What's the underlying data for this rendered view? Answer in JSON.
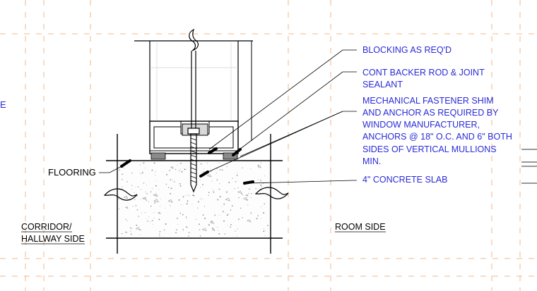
{
  "detail": {
    "edge_letter": "E",
    "callouts": {
      "blocking": [
        "BLOCKING AS REQ'D"
      ],
      "backer_rod": [
        "CONT BACKER ROD & JOINT",
        "SEALANT"
      ],
      "fastener": [
        "MECHANICAL FASTENER SHIM",
        "AND ANCHOR AS REQUIRED BY",
        "WINDOW  MANUFACTURER,",
        "ANCHORS @ 18\" O.C. AND 6\" BOTH",
        "SIDES OF VERTICAL MULLIONS",
        "MIN."
      ],
      "slab": [
        "4\" CONCRETE SLAB"
      ],
      "flooring": [
        "FLOORING"
      ]
    },
    "side_labels": {
      "corridor": [
        "CORRIDOR/",
        "HALLWAY SIDE"
      ],
      "room": [
        "ROOM SIDE"
      ]
    }
  },
  "colors": {
    "annotation_text": "#2a2ad8",
    "leader_lines": "#000000",
    "grid_dashes": "#f2b98a",
    "linework": "#000000"
  }
}
